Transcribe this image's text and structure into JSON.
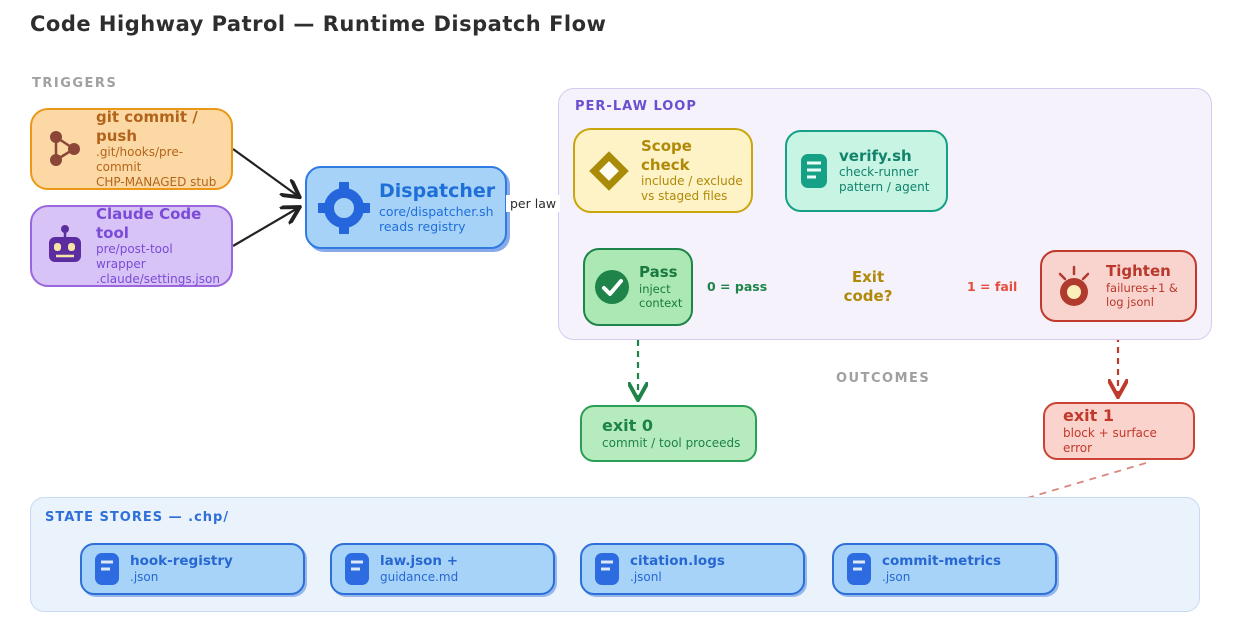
{
  "title": "Code Highway Patrol — Runtime Dispatch Flow",
  "sections": {
    "triggers": "TRIGGERS",
    "per_law_loop": "PER-LAW LOOP",
    "outcomes": "OUTCOMES",
    "state_stores": "STATE STORES — .chp/"
  },
  "nodes": {
    "git": {
      "title": "git commit / push",
      "line1": ".git/hooks/pre-commit",
      "line2": "CHP-MANAGED stub",
      "icon": "git-graph-icon"
    },
    "claude": {
      "title": "Claude Code tool",
      "line1": "pre/post-tool wrapper",
      "line2": ".claude/settings.json",
      "icon": "robot-icon"
    },
    "dispatcher": {
      "title": "Dispatcher",
      "line1": "core/dispatcher.sh",
      "line2": "reads registry",
      "icon": "dispatcher-wheel-icon"
    },
    "scope": {
      "title": "Scope check",
      "line1": "include / exclude",
      "line2": "vs staged files",
      "icon": "diamond-target-icon"
    },
    "verify": {
      "title": "verify.sh",
      "line1": "check-runner",
      "line2": "pattern / agent",
      "icon": "document-checklist-icon"
    },
    "exit_code": {
      "line1": "Exit",
      "line2": "code?"
    },
    "pass": {
      "title": "Pass",
      "line1": "inject",
      "line2": "context",
      "icon": "check-circle-icon"
    },
    "tighten": {
      "title": "Tighten",
      "line1": "failures+1 &",
      "line2": "log jsonl",
      "icon": "siren-icon"
    },
    "exit0": {
      "title": "exit 0",
      "line1": "commit / tool proceeds"
    },
    "exit1": {
      "title": "exit 1",
      "line1": "block + surface error"
    }
  },
  "stores": [
    {
      "title": "hook-registry",
      "line2": ".json",
      "icon": "file-store-icon"
    },
    {
      "title": "law.json +",
      "line2": "guidance.md",
      "icon": "file-store-icon"
    },
    {
      "title": "citation.logs",
      "line2": ".jsonl",
      "icon": "file-store-icon"
    },
    {
      "title": "commit-metrics",
      "line2": ".json",
      "icon": "file-store-icon"
    }
  ],
  "edges": {
    "per_law": "per law",
    "zero_pass": "0 = pass",
    "one_fail": "1 = fail"
  },
  "colors": {
    "trigger_orange_fill": "#fcd9a4",
    "trigger_orange_border": "#eb9718",
    "trigger_purple_fill": "#d8c3f7",
    "trigger_purple_border": "#9a66dd",
    "dispatcher_fill": "#a6d2f8",
    "dispatcher_border": "#2f7be2",
    "loop_fill": "#f5f2fc",
    "loop_label": "#6b4fd0",
    "scope_fill": "#fdf3c6",
    "scope_border": "#c9a50e",
    "verify_fill": "#c7f4e3",
    "verify_border": "#16a085",
    "diamond_fill": "#fdf3ca",
    "diamond_border": "#b7950b",
    "pass_fill": "#abe8b3",
    "pass_border": "#1e8449",
    "tighten_fill": "#f9d4ce",
    "tighten_border": "#c0392b",
    "exit0_fill": "#b6ecbd",
    "exit1_fill": "#fbd3cd",
    "stores_fill": "#eaf2fc",
    "store_box_fill": "#a8d3f8",
    "store_border": "#2e6fd8",
    "edge_black": "#222222",
    "edge_green": "#1e8449",
    "edge_red": "#e74c3c",
    "edge_darkred": "#c0392b",
    "edge_lightred": "#d98880"
  }
}
